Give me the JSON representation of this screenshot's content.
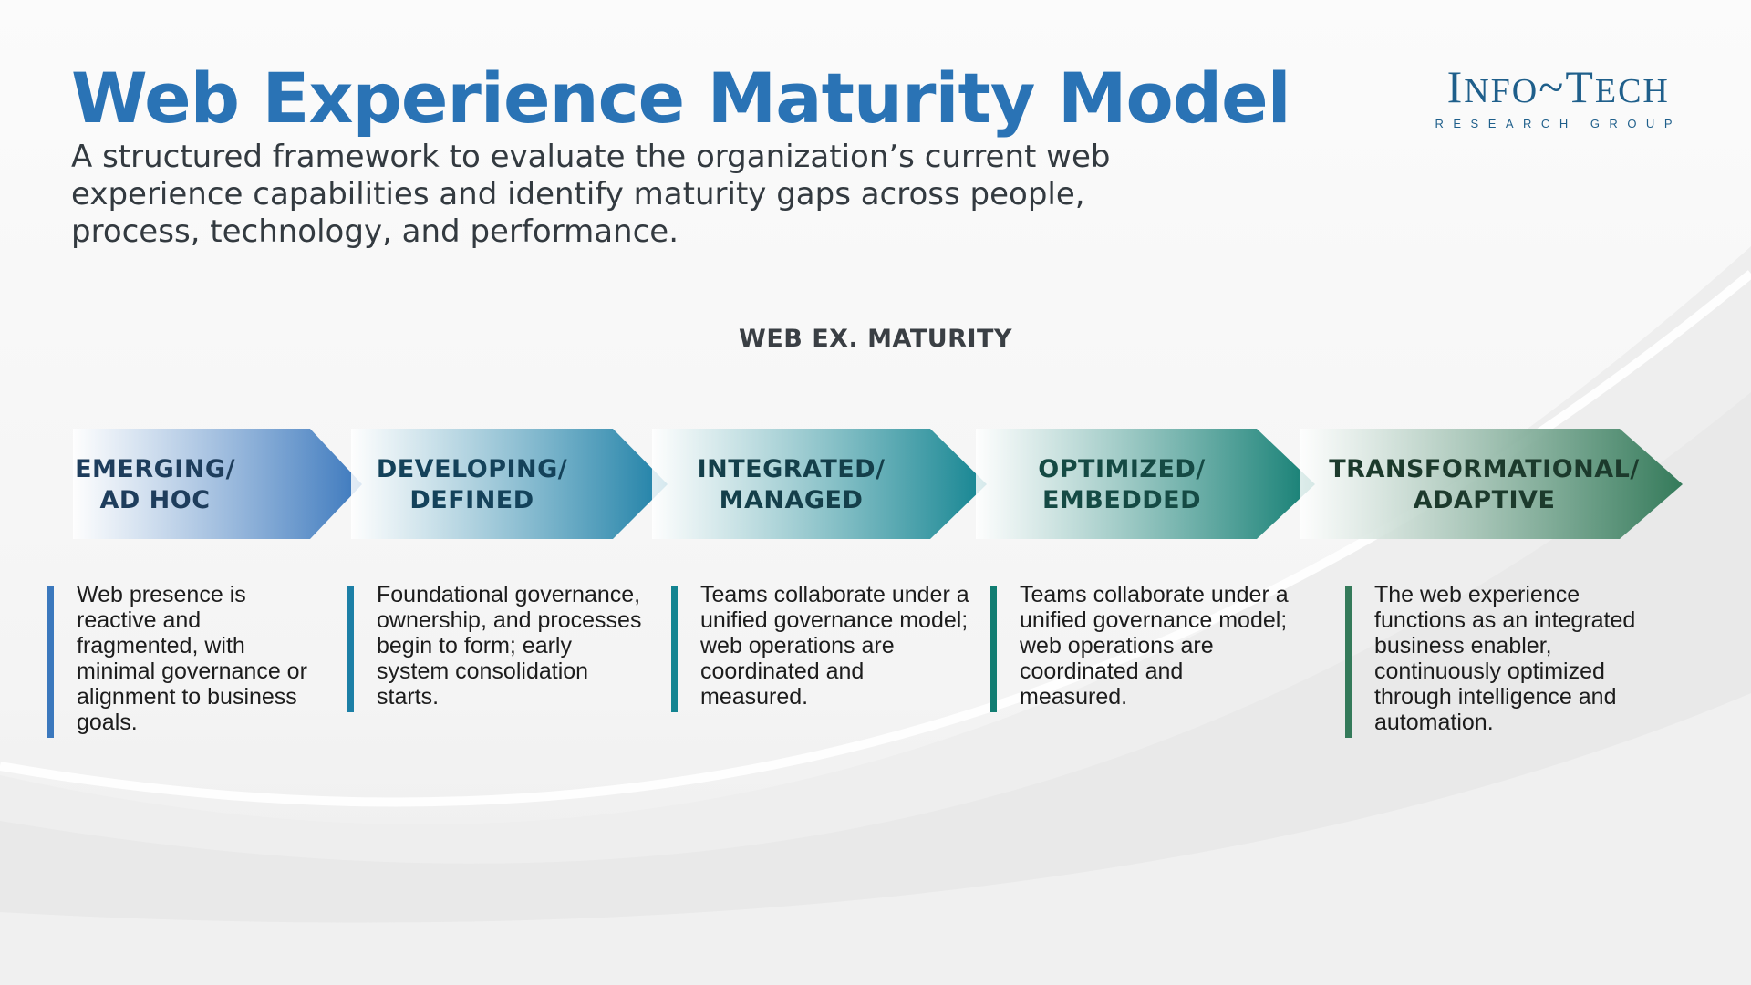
{
  "header": {
    "title": "Web Experience Maturity Model",
    "subtitle": "A structured framework to evaluate the organization’s current web experience capabilities and identify maturity gaps across people, process, technology, and performance."
  },
  "logo": {
    "main_first": "I",
    "main_rest": "NFO",
    "separator": "~",
    "main_second": "T",
    "main_second_rest": "ECH",
    "sub": "RESEARCH GROUP"
  },
  "diagram": {
    "axis_label": "WEB EX. MATURITY",
    "stages": [
      {
        "line1": "EMERGING/",
        "line2": "AD HOC",
        "description": "Web presence is reactive and fragmented, with minimal governance or alignment to business goals.",
        "color": "#3b78bd",
        "text_color": "#1e3d5c"
      },
      {
        "line1": "DEVELOPING/",
        "line2": "DEFINED",
        "description": "Foundational governance, ownership, and processes begin to form; early system consolidation starts.",
        "color": "#1c7fa6",
        "text_color": "#14425a"
      },
      {
        "line1": "INTEGRATED/",
        "line2": "MANAGED",
        "description": "Teams collaborate under a unified governance model; web operations are coordinated and measured.",
        "color": "#138491",
        "text_color": "#143f4a"
      },
      {
        "line1": "OPTIMIZED/",
        "line2": "EMBEDDED",
        "description": "Teams collaborate under a unified governance model; web operations are coordinated and measured.",
        "color": "#117d72",
        "text_color": "#154a44"
      },
      {
        "line1": "TRANSFORMATIONAL/",
        "line2": "ADAPTIVE",
        "description": "The web experience functions as an integrated business enabler, continuously optimized through intelligence and automation.",
        "color": "#347a5a",
        "text_color": "#1c3a2c"
      }
    ]
  }
}
